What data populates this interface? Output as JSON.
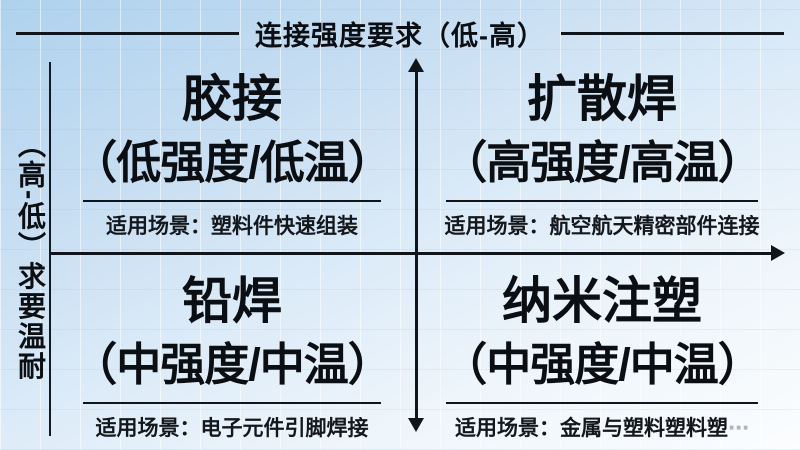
{
  "header": {
    "x_axis_label": "连接强度要求（低-高）"
  },
  "y_axis_label": "（高-低）求要温耐",
  "quadrants": [
    {
      "position": "top-left",
      "title": "胶接",
      "subtitle": "（低强度/低温）",
      "scenario": "适用场景：塑料件快速组装",
      "scenario_tail": ""
    },
    {
      "position": "top-right",
      "title": "扩散焊",
      "subtitle": "（高强度/高温）",
      "scenario": "适用场景：航空航天精密部件连接",
      "scenario_tail": ""
    },
    {
      "position": "bottom-left",
      "title": "铅焊",
      "subtitle": "（中强度/中温）",
      "scenario": "适用场景：电子元件引脚焊接",
      "scenario_tail": ""
    },
    {
      "position": "bottom-right",
      "title": "纳米注塑",
      "subtitle": "（中强度/中温）",
      "scenario": "适用场景：金属与塑料塑料塑",
      "scenario_tail": "⋯"
    }
  ],
  "colors": {
    "background_top": "#aed2ee",
    "background_bottom": "#fbfdfe",
    "line": "#10151c",
    "text": "#0b0e12"
  }
}
